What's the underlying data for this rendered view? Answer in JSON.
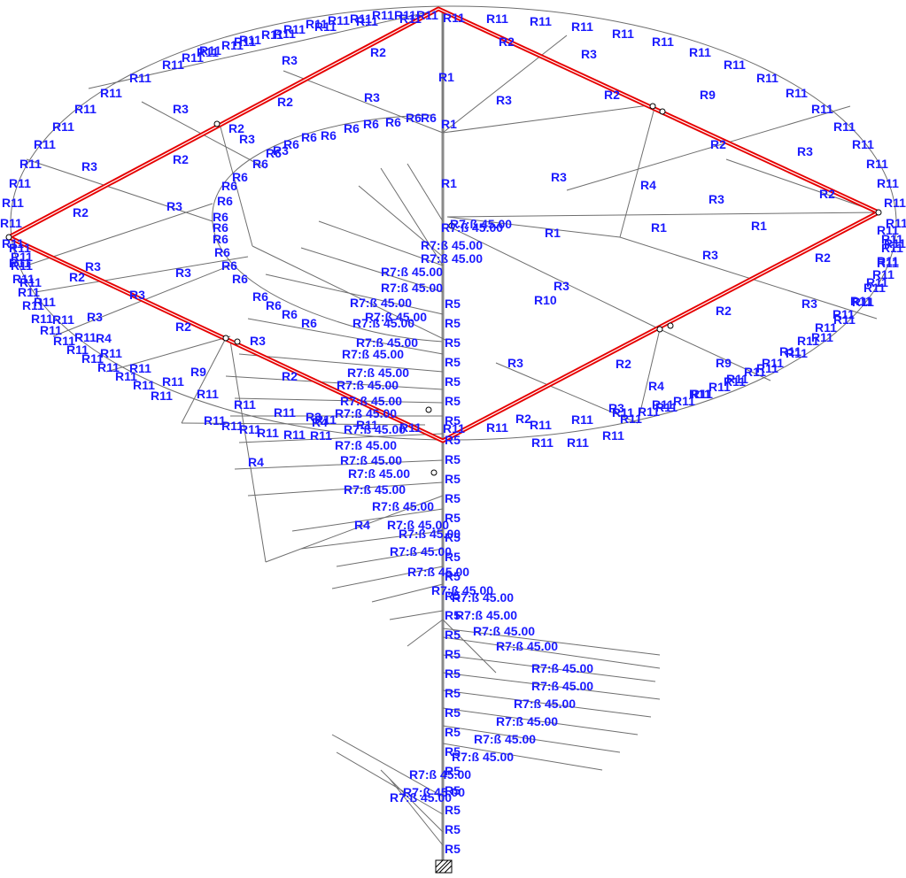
{
  "colors": {
    "members": "#6e6e6e",
    "highlight": "#e60000",
    "labels": "#1a1aff",
    "background": "#ffffff"
  },
  "labels": {
    "r1": "R1",
    "r2": "R2",
    "r3": "R3",
    "r4": "R4",
    "r5": "R5",
    "r6": "R6",
    "r9": "R9",
    "r10": "R10",
    "r11": "R11",
    "release": "R7:ß 45.00"
  },
  "icons": {
    "support": "hatched-support-icon",
    "node": "node-circle-icon"
  }
}
